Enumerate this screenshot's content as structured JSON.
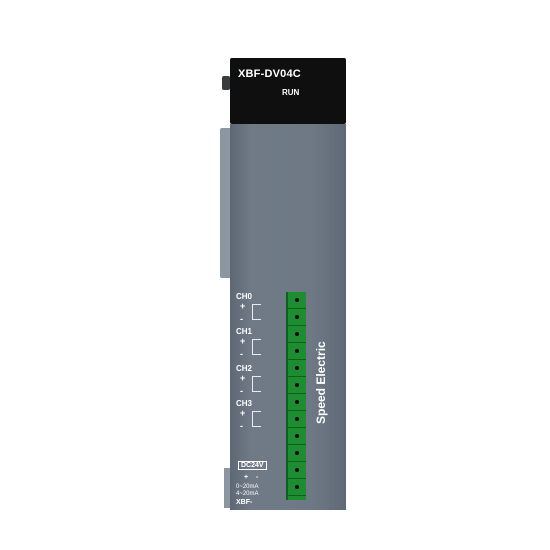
{
  "module": {
    "title": "XBF-DV04C",
    "status": "RUN",
    "brand": "Speed Electric",
    "channels": [
      {
        "label": "CH0",
        "plus": "+",
        "minus": "-"
      },
      {
        "label": "CH1",
        "plus": "+",
        "minus": "-"
      },
      {
        "label": "CH2",
        "plus": "+",
        "minus": "-"
      },
      {
        "label": "CH3",
        "plus": "+",
        "minus": "-"
      }
    ],
    "power_label": "DC24V",
    "power_plus": "+",
    "power_minus": "-",
    "range_1": "0~20mA",
    "range_2": "4~20mA",
    "model_short": "XBF-"
  },
  "colors": {
    "body": "#6e7985",
    "top": "#0f0f10",
    "terminal": "#1e8c31"
  },
  "icons": {
    "terminal_screw": "terminal-screw-icon"
  }
}
